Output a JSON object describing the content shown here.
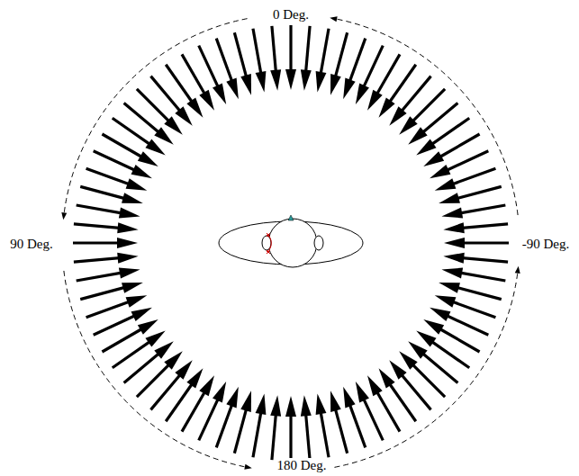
{
  "diagram": {
    "labels": [
      "0 Deg.",
      "90 Deg.",
      "-90 Deg.",
      "180 Deg."
    ]
  }
}
